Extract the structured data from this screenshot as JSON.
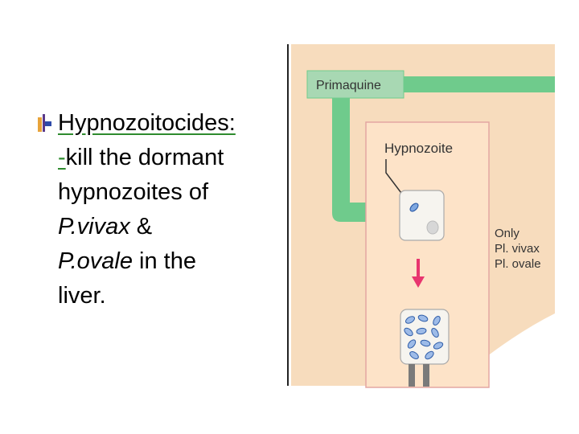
{
  "slide": {
    "heading": "Hypnozoitocides:",
    "dash": "-",
    "line1_rest": "kill the dormant",
    "line2": "hypnozoites of",
    "species1": "P.vivax",
    "ampersand": " &",
    "species2": "P.ovale",
    "line4_rest": " in the",
    "line5": "liver."
  },
  "figure": {
    "drug_label": "Primaquine",
    "stage_label": "Hypnozoite",
    "note_line1": "Only",
    "note_line2": "Pl. vivax",
    "note_line3": "Pl. ovale"
  },
  "colors": {
    "panel_bg": "#f7dcbd",
    "inner_panel": "#fde3c8",
    "arrow_green": "#6fcb8c",
    "label_box": "#a8d8b3",
    "pink_arrow": "#e8356f",
    "parasite_blue": "#4a78c8"
  }
}
